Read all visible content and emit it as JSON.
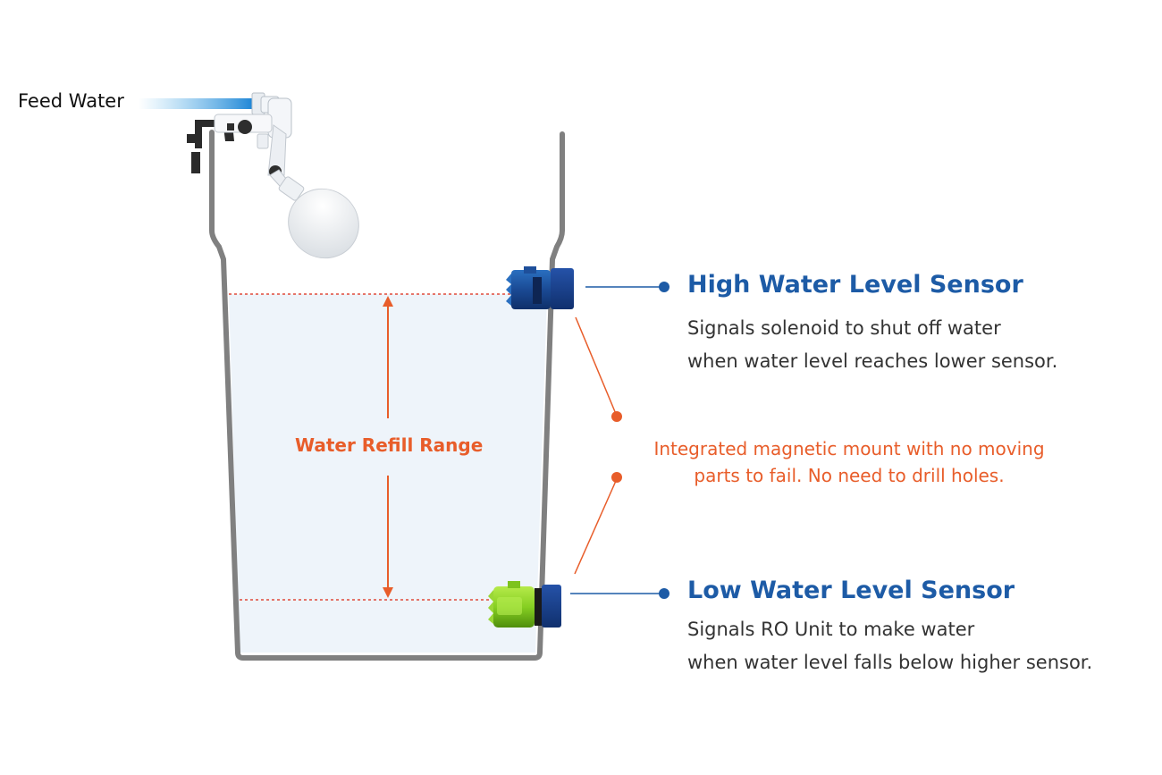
{
  "feed_water": {
    "label": "Feed Water"
  },
  "refill_range": {
    "label": "Water Refill Range"
  },
  "high_sensor": {
    "title": "High Water Level Sensor",
    "line1": "Signals solenoid to shut off water",
    "line2": "when water level reaches lower sensor."
  },
  "low_sensor": {
    "title": "Low Water Level Sensor",
    "line1": "Signals RO Unit to make water",
    "line2": "when water level falls below higher sensor."
  },
  "mount_note": {
    "line1": "Integrated magnetic mount with no moving",
    "line2": "parts to fail. No need to drill holes."
  },
  "colors": {
    "accent_blue": "#1d5ba6",
    "accent_orange": "#e85d2a",
    "tank_outline": "#808080",
    "water_fill": "#eef4fa",
    "low_sensor_green": "#8bd12a"
  },
  "icons": {
    "float_valve": "float-valve-icon",
    "high_sensor": "high-sensor-icon",
    "low_sensor": "low-sensor-icon"
  }
}
